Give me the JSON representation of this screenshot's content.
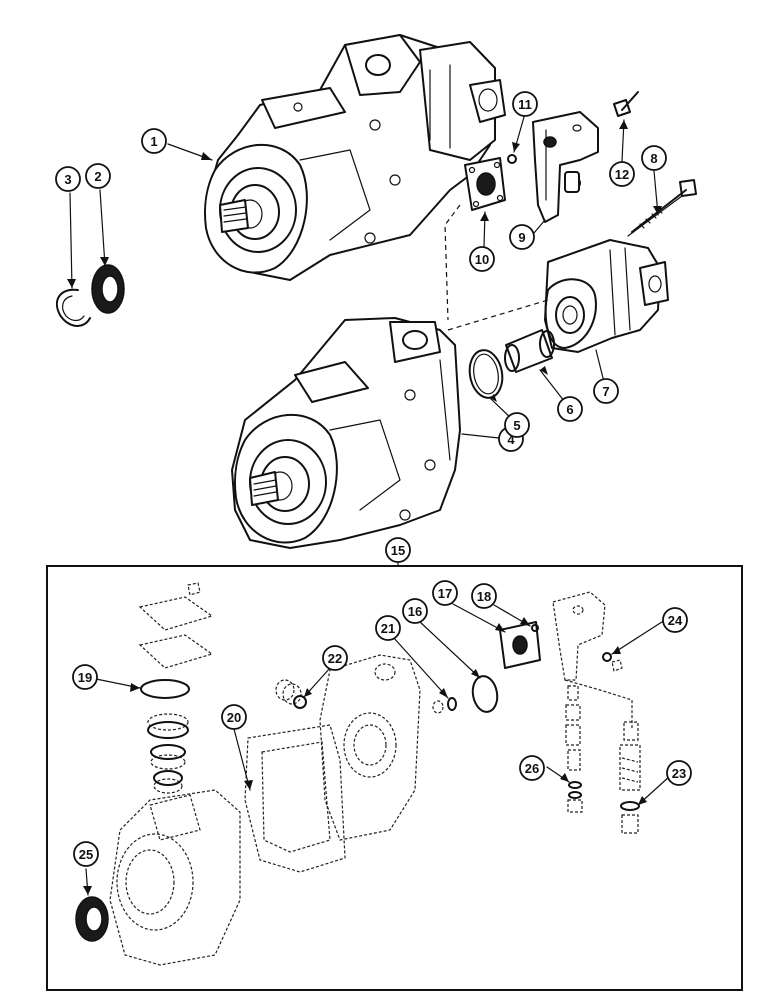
{
  "diagram": {
    "callouts": [
      {
        "id": "c1",
        "label": "1"
      },
      {
        "id": "c2",
        "label": "2"
      },
      {
        "id": "c3",
        "label": "3"
      },
      {
        "id": "c4",
        "label": "4"
      },
      {
        "id": "c5",
        "label": "5"
      },
      {
        "id": "c6",
        "label": "6"
      },
      {
        "id": "c7",
        "label": "7"
      },
      {
        "id": "c8",
        "label": "8"
      },
      {
        "id": "c9",
        "label": "9"
      },
      {
        "id": "c10",
        "label": "10"
      },
      {
        "id": "c11",
        "label": "11"
      },
      {
        "id": "c12",
        "label": "12"
      },
      {
        "id": "c15",
        "label": "15"
      },
      {
        "id": "c16",
        "label": "16"
      },
      {
        "id": "c17",
        "label": "17"
      },
      {
        "id": "c18",
        "label": "18"
      },
      {
        "id": "c19",
        "label": "19"
      },
      {
        "id": "c20",
        "label": "20"
      },
      {
        "id": "c21",
        "label": "21"
      },
      {
        "id": "c22",
        "label": "22"
      },
      {
        "id": "c23",
        "label": "23"
      },
      {
        "id": "c24",
        "label": "24"
      },
      {
        "id": "c25",
        "label": "25"
      },
      {
        "id": "c26",
        "label": "26"
      }
    ]
  }
}
